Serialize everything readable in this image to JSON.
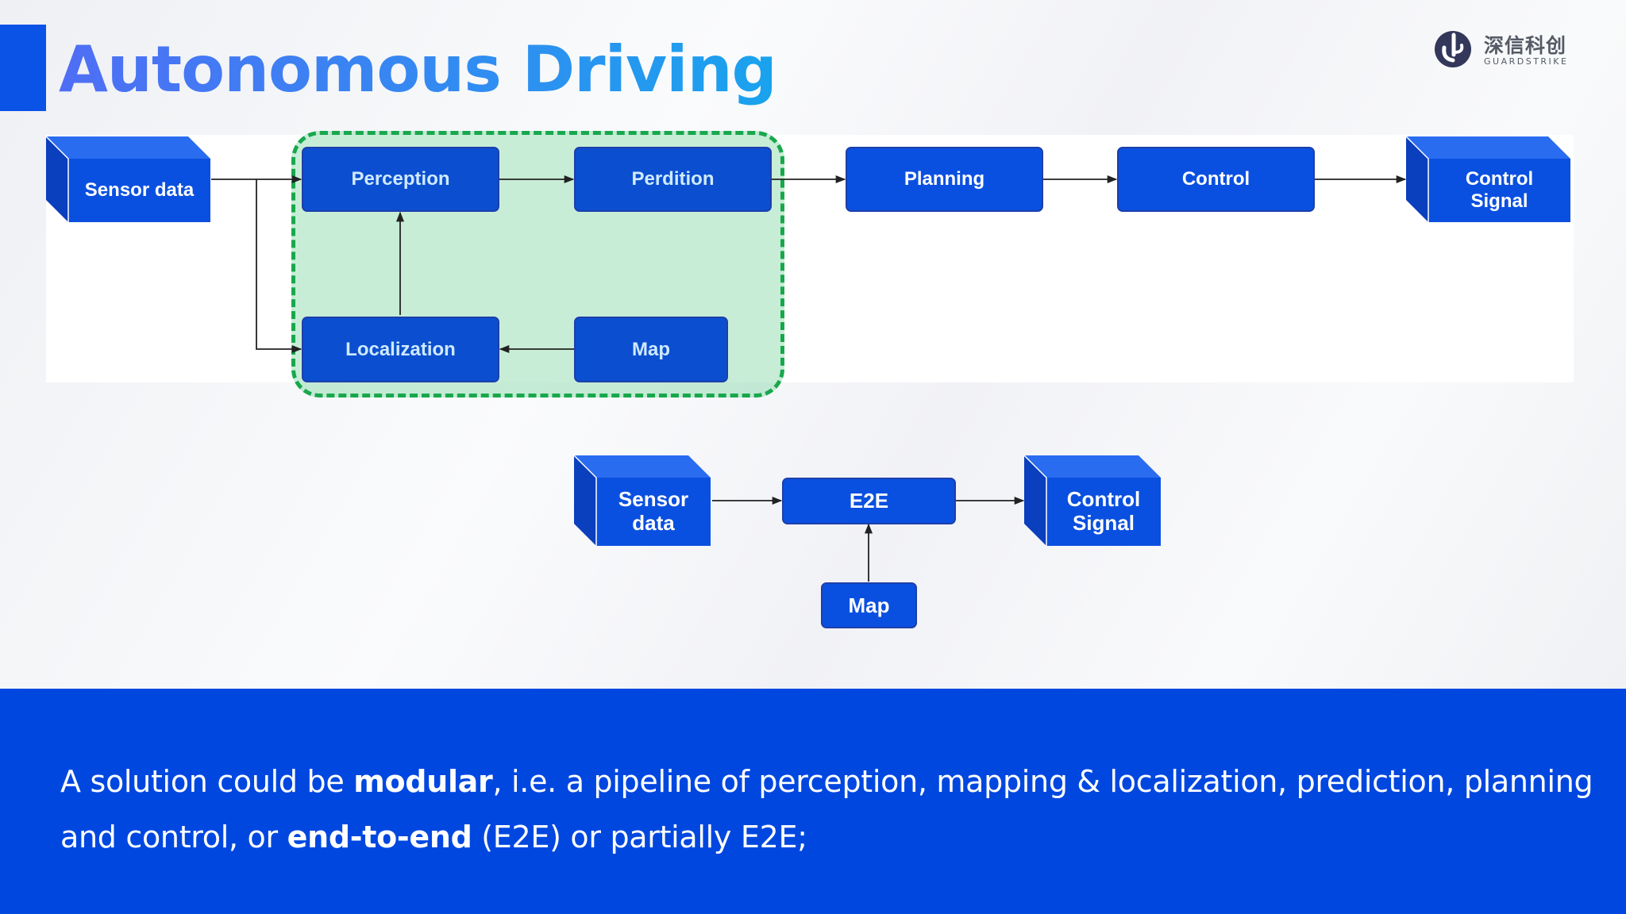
{
  "slide": {
    "title": "Autonomous Driving",
    "logo": {
      "name_cn": "深信科创",
      "name_en": "GUARDSTRIKE"
    }
  },
  "modular_pipeline": {
    "input": "Sensor data",
    "perception": "Perception",
    "prediction": "Perdition",
    "localization": "Localization",
    "map": "Map",
    "planning": "Planning",
    "control": "Control",
    "output": "Control Signal"
  },
  "e2e_pipeline": {
    "input": "Sensor data",
    "model": "E2E",
    "map": "Map",
    "output": "Control Signal"
  },
  "caption": {
    "part1": "A solution could be ",
    "bold1": "modular",
    "part2": ", i.e. a pipeline of perception, mapping & localization, prediction, planning and control, or ",
    "bold2": "end-to-end",
    "part3": " (E2E) or partially E2E;"
  },
  "colors": {
    "node_fill": "#0a50e0",
    "region_fill": "#bfe9d3",
    "region_border": "#18a84c",
    "footer": "#0047e0"
  }
}
